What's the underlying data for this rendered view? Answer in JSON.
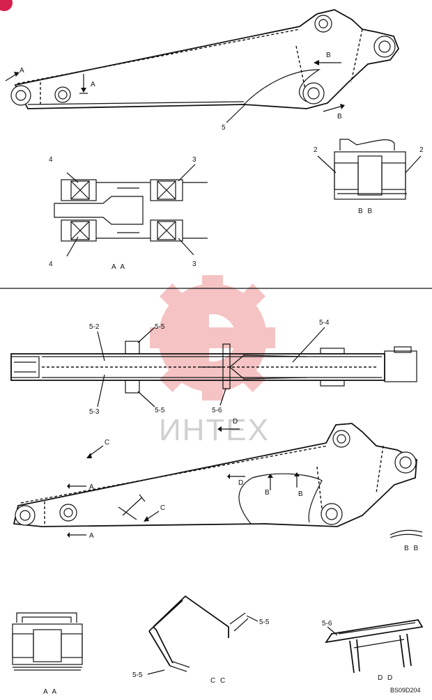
{
  "page_badge": "",
  "watermark": {
    "text": "ИНТЕХ",
    "gear_color": "#f4b9b9",
    "text_color": "#c8c8c8"
  },
  "drawing_code": "BS09D204",
  "top_view": {
    "labels": {
      "a1": "A",
      "a2": "A",
      "b1": "B",
      "b2": "B",
      "part5": "5"
    }
  },
  "section_aa_top": {
    "caption": "A A",
    "labels": {
      "tl": "4",
      "bl": "4",
      "tr": "3",
      "br": "3"
    }
  },
  "section_bb_top": {
    "caption": "B B",
    "labels": {
      "l": "2",
      "r": "2"
    }
  },
  "plan_view": {
    "labels": {
      "p52": "5-2",
      "p53": "5-3",
      "p55a": "5-5",
      "p55b": "5-5",
      "p54": "5-4",
      "p56": "5-6",
      "d": "D"
    }
  },
  "side_view": {
    "labels": {
      "c1": "C",
      "c2": "C",
      "a1": "A",
      "a2": "A",
      "d": "D",
      "b1": "B",
      "b2": "B"
    }
  },
  "detail_bb": {
    "caption": "B B"
  },
  "detail_aa": {
    "caption": "A A"
  },
  "detail_cc": {
    "caption": "C C",
    "labels": {
      "p55a": "5-5",
      "p55b": "5-5"
    }
  },
  "detail_dd": {
    "caption": "D D",
    "labels": {
      "p56": "5-6"
    }
  },
  "colors": {
    "line": "#111111",
    "badge": "#d6204e"
  }
}
